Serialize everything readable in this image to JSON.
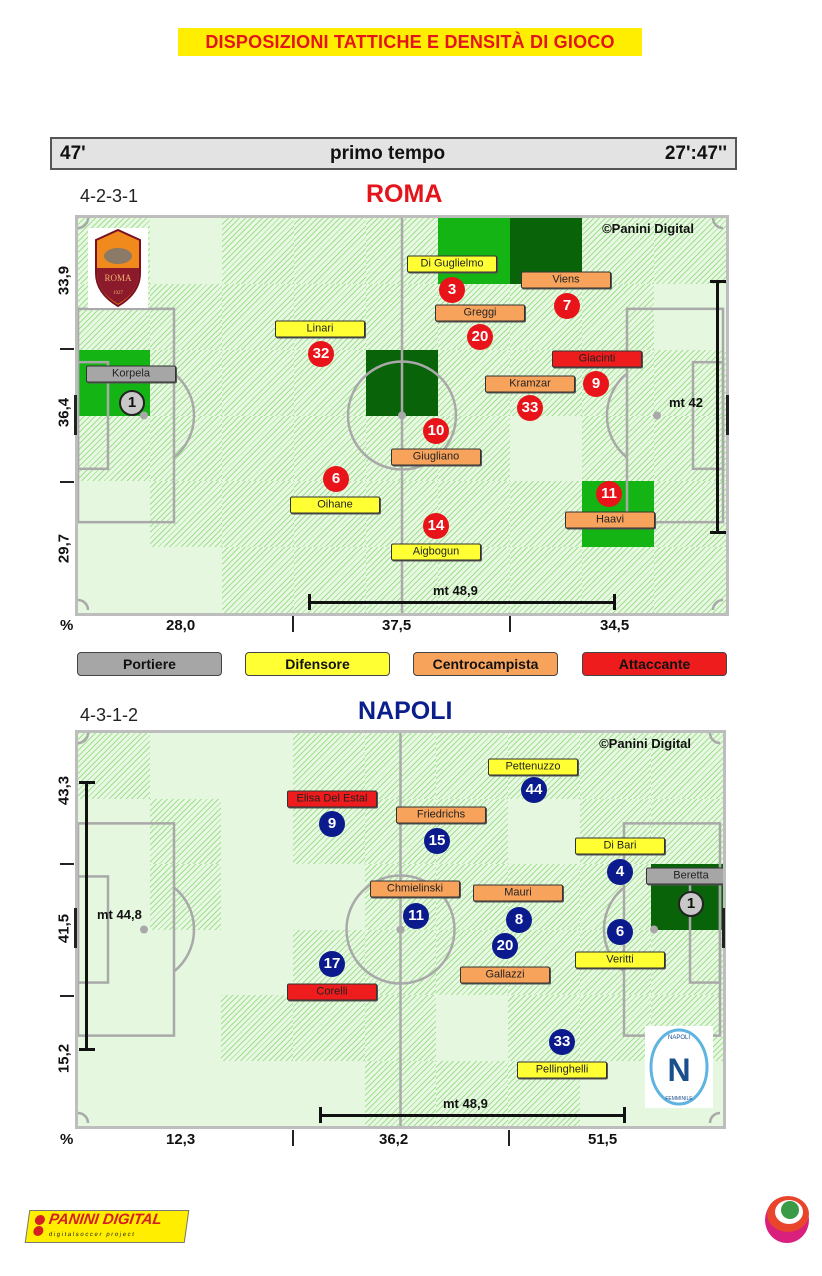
{
  "banner": "DISPOSIZIONI TATTICHE E DENSITÀ DI GIOCO",
  "timebar": {
    "minute": "47'",
    "period": "primo tempo",
    "clock": "27':47''"
  },
  "colors": {
    "portiere": "#a6a6a6",
    "difensore": "#ffff33",
    "centrocampista": "#f8a35c",
    "attaccante": "#ee1c1c",
    "roma_red": "#e4141b",
    "napoli_blue": "#0b1f8c"
  },
  "roma": {
    "team": "ROMA",
    "formation": "4-2-3-1",
    "copyright": "©Panini Digital",
    "logo": "ROMA 1927",
    "side_labels": [
      "33,9",
      "36,4",
      "29,7"
    ],
    "bottom_labels": [
      "%",
      "28,0",
      "37,5",
      "34,5"
    ],
    "width_measure": "mt 48,9",
    "depth_measure": "mt 42",
    "heatmap": [
      [
        1,
        0,
        1,
        1,
        1,
        2,
        3,
        1,
        1
      ],
      [
        1,
        1,
        1,
        1,
        1,
        1,
        1,
        1,
        0
      ],
      [
        2,
        1,
        1,
        1,
        3,
        1,
        1,
        1,
        1
      ],
      [
        1,
        1,
        1,
        1,
        1,
        1,
        0,
        1,
        1
      ],
      [
        0,
        1,
        1,
        1,
        1,
        1,
        1,
        2,
        1
      ],
      [
        0,
        0,
        1,
        1,
        1,
        1,
        1,
        1,
        1
      ]
    ],
    "players": [
      {
        "number": "1",
        "name": "Korpela",
        "role": "portiere"
      },
      {
        "number": "3",
        "name": "Di Guglielmo",
        "role": "difensore"
      },
      {
        "number": "7",
        "name": "Viens",
        "role": "centrocampista"
      },
      {
        "number": "20",
        "name": "Greggi",
        "role": "centrocampista"
      },
      {
        "number": "32",
        "name": "Linari",
        "role": "difensore"
      },
      {
        "number": "9",
        "name": "Giacinti",
        "role": "attaccante"
      },
      {
        "number": "33",
        "name": "Kramzar",
        "role": "centrocampista"
      },
      {
        "number": "10",
        "name": "Giugliano",
        "role": "centrocampista"
      },
      {
        "number": "6",
        "name": "Oihane",
        "role": "difensore"
      },
      {
        "number": "11",
        "name": "Haavi",
        "role": "centrocampista"
      },
      {
        "number": "14",
        "name": "Aigbogun",
        "role": "difensore"
      }
    ]
  },
  "legend": {
    "portiere": "Portiere",
    "difensore": "Difensore",
    "centrocampista": "Centrocampista",
    "attaccante": "Attaccante"
  },
  "napoli": {
    "team": "NAPOLI",
    "formation": "4-3-1-2",
    "copyright": "©Panini Digital",
    "logo": "NAPOLI FEMMINILE",
    "side_labels": [
      "43,3",
      "41,5",
      "15,2"
    ],
    "bottom_labels": [
      "%",
      "12,3",
      "36,2",
      "51,5"
    ],
    "width_measure": "mt 48,9",
    "depth_measure": "mt 44,8",
    "heatmap": [
      [
        1,
        0,
        0,
        1,
        1,
        1,
        1,
        1,
        1
      ],
      [
        0,
        1,
        0,
        1,
        1,
        1,
        0,
        1,
        1
      ],
      [
        0,
        1,
        0,
        0,
        1,
        1,
        1,
        1,
        3
      ],
      [
        0,
        0,
        0,
        1,
        1,
        1,
        1,
        1,
        1
      ],
      [
        0,
        0,
        1,
        1,
        1,
        0,
        1,
        1,
        1
      ],
      [
        0,
        0,
        0,
        0,
        1,
        1,
        1,
        0,
        0
      ]
    ],
    "players": [
      {
        "number": "44",
        "name": "Pettenuzzo",
        "role": "difensore"
      },
      {
        "number": "9",
        "name": "Elisa Del Estal",
        "role": "attaccante"
      },
      {
        "number": "15",
        "name": "Friedrichs",
        "role": "centrocampista"
      },
      {
        "number": "4",
        "name": "Di Bari",
        "role": "difensore"
      },
      {
        "number": "1",
        "name": "Beretta",
        "role": "portiere"
      },
      {
        "number": "11",
        "name": "Chmielinski",
        "role": "centrocampista"
      },
      {
        "number": "8",
        "name": "Mauri",
        "role": "centrocampista"
      },
      {
        "number": "20",
        "name": "Gallazzi",
        "role": "centrocampista"
      },
      {
        "number": "6",
        "name": "Veritti",
        "role": "difensore"
      },
      {
        "number": "17",
        "name": "Corelli",
        "role": "attaccante"
      },
      {
        "number": "33",
        "name": "Pellinghelli",
        "role": "difensore"
      }
    ]
  },
  "footer": {
    "brand": "PANINI DIGITAL",
    "tagline": "digitalsoccer project"
  }
}
